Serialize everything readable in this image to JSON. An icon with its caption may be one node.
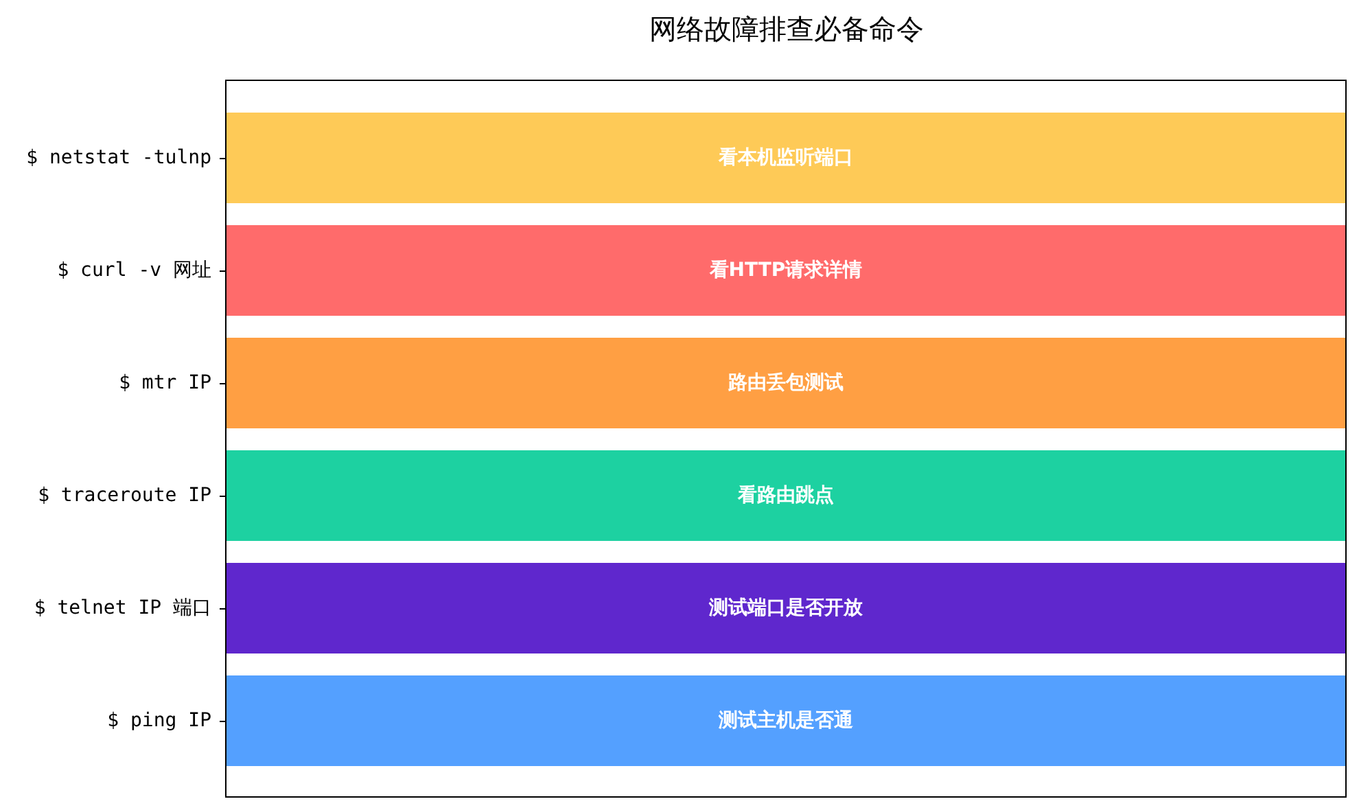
{
  "diagram": {
    "title": "网络故障排查必备命令",
    "nodes": [
      {
        "text": [
          "看本机监听端口"
        ],
        "beside": [
          "$ netstat -tulnp"
        ]
      },
      {
        "text": [
          "看HTTP请求详情"
        ],
        "beside": [
          "$ curl -v 网址"
        ]
      },
      {
        "text": [
          "路由丢包测试"
        ],
        "beside": [
          "$ mtr IP"
        ]
      },
      {
        "text": [
          "看路由跳点"
        ],
        "beside": [
          "$ traceroute IP"
        ]
      },
      {
        "text": [
          "测试端口是否开放"
        ],
        "beside": [
          "$ telnet IP 端口"
        ]
      },
      {
        "text": [
          "测试主机是否通"
        ],
        "beside": [
          "$ ping IP"
        ]
      }
    ]
  }
}
